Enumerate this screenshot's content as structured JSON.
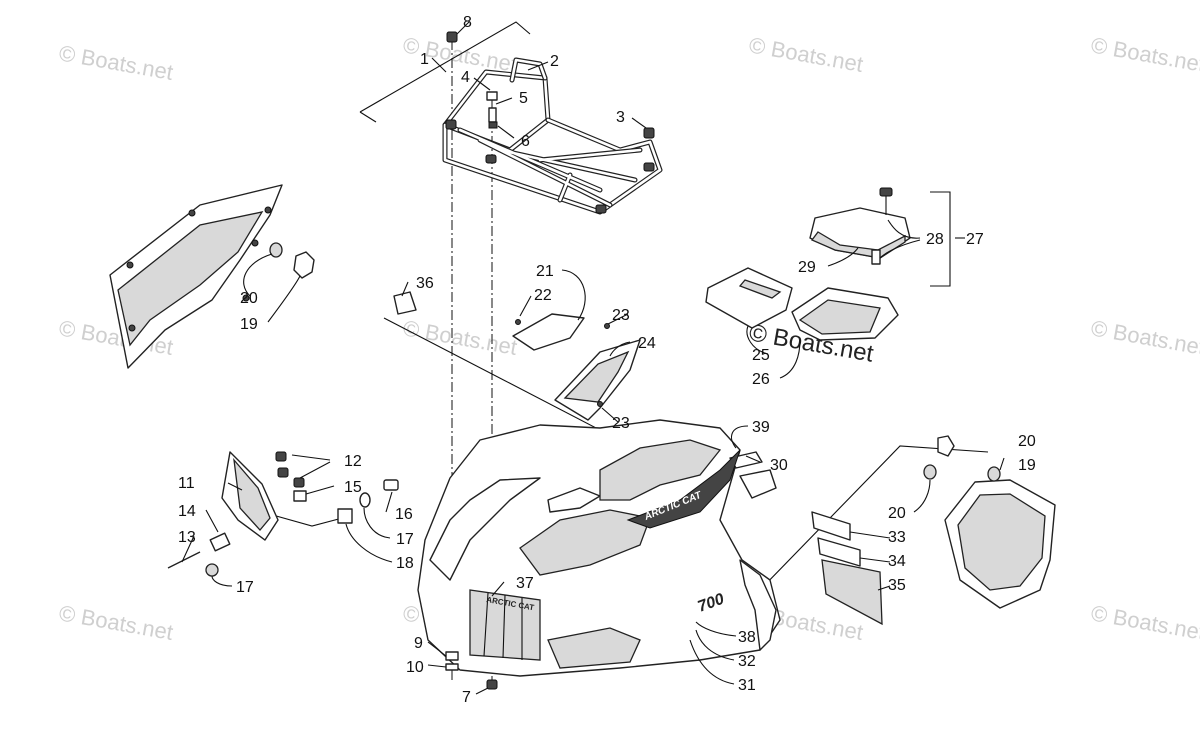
{
  "watermark": "© Boats.net",
  "decals": {
    "side_logo": "ARCTIC CAT",
    "grille_brand": "ARCTIC CAT",
    "model_badge": "700"
  },
  "callouts": [
    "1",
    "2",
    "3",
    "4",
    "5",
    "6",
    "7",
    "8",
    "9",
    "10",
    "11",
    "12",
    "13",
    "14",
    "15",
    "16",
    "17",
    "17",
    "18",
    "19",
    "19",
    "20",
    "20",
    "20",
    "21",
    "22",
    "23",
    "23",
    "24",
    "25",
    "26",
    "27",
    "28",
    "29",
    "30",
    "31",
    "32",
    "33",
    "34",
    "35",
    "36",
    "37",
    "38",
    "39"
  ]
}
